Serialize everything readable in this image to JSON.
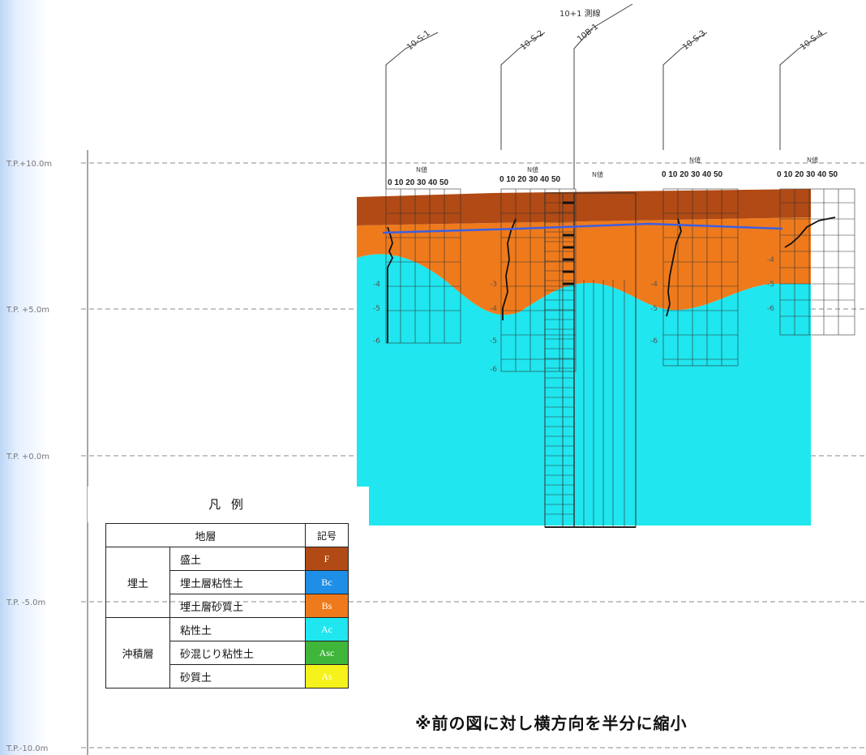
{
  "elevation_labels": [
    "T.P.+10.0m",
    "T.P. +5.0m",
    "T.P. +0.0m",
    "T.P. -5.0m",
    "T.P.-10.0m"
  ],
  "boreholes": [
    {
      "label": "10-S-1"
    },
    {
      "label": "10-S-2"
    },
    {
      "label": "10B-1"
    },
    {
      "label": "10-S-3"
    },
    {
      "label": "10-S-4"
    }
  ],
  "section_line_label": "10+1 測線",
  "scale_label": "0 10 20 30 40 50",
  "n_label": "N値",
  "legend": {
    "title": "凡 例",
    "header_layer": "地層",
    "header_symbol": "記号",
    "groups": [
      {
        "name": "埋土",
        "rows": [
          {
            "layer": "盛土",
            "symbol": "F",
            "color": "#b14a14"
          },
          {
            "layer": "埋土層粘性土",
            "symbol": "Bc",
            "color": "#1e8ee6"
          },
          {
            "layer": "埋土層砂質土",
            "symbol": "Bs",
            "color": "#ef7a1c"
          }
        ]
      },
      {
        "name": "沖積層",
        "rows": [
          {
            "layer": "粘性土",
            "symbol": "Ac",
            "color": "#1fe6ef"
          },
          {
            "layer": "砂混じり粘性土",
            "symbol": "Asc",
            "color": "#3fb53a"
          },
          {
            "layer": "砂質土",
            "symbol": "As",
            "color": "#f6f21c"
          }
        ]
      }
    ]
  },
  "note": "※前の図に対し横方向を半分に縮小",
  "colors": {
    "fill": "#b14a14",
    "sand": "#ef7a1c",
    "clay": "#1fe6ef",
    "water_line": "#3d5fe0"
  }
}
